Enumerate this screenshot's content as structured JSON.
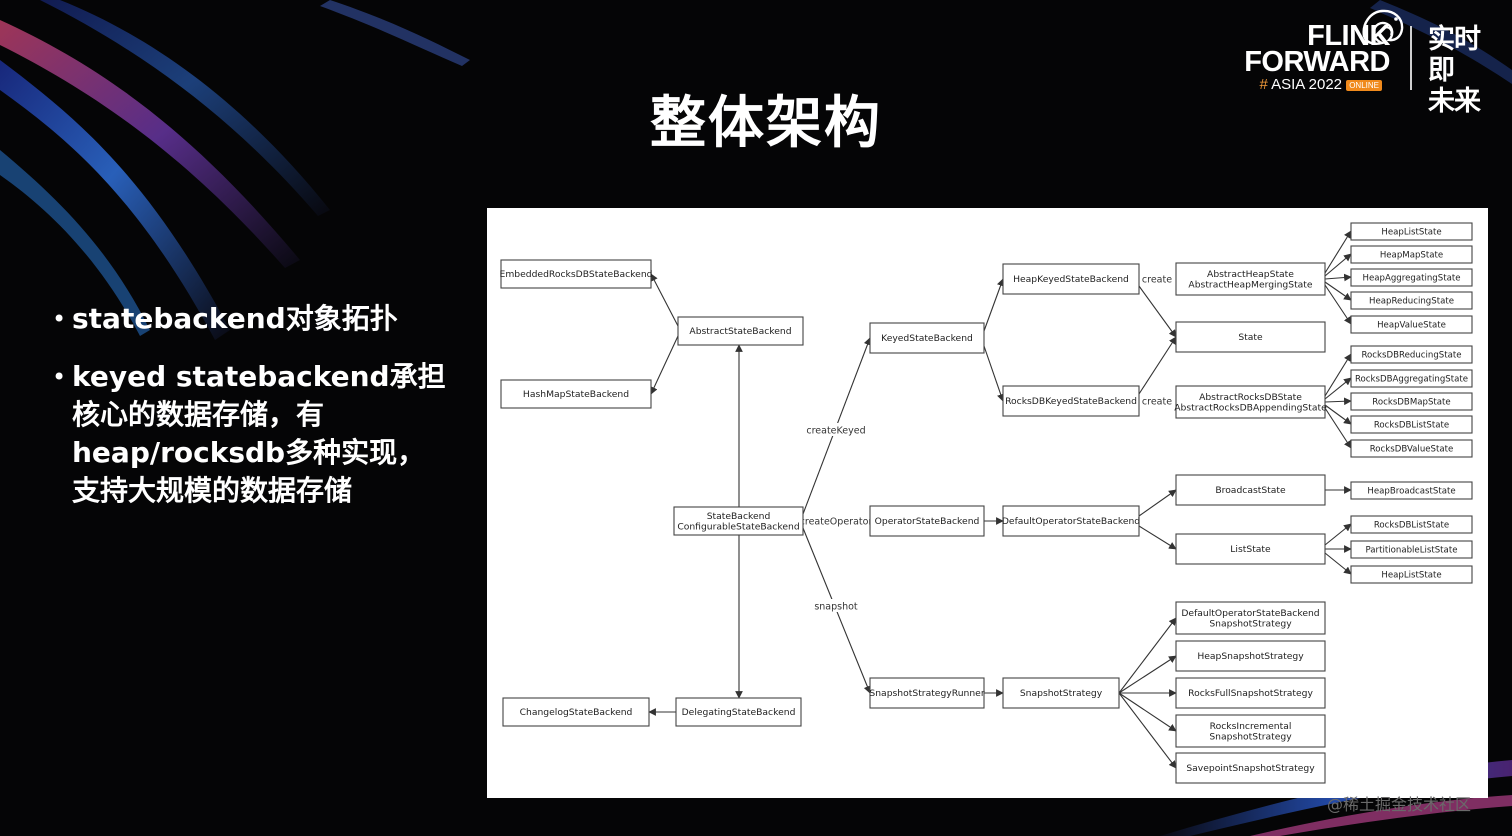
{
  "slide": {
    "title": "整体架构",
    "bullets": [
      "statebackend对象拓扑",
      "keyed statebackend承担核心的数据存储，有heap/rocksdb多种实现，支持大规模的数据存储"
    ],
    "watermark": "@稀土掘金技术社区"
  },
  "logo": {
    "line1": "FLINK",
    "line2": "FORWARD",
    "hash": "#",
    "asia": "ASIA 2022",
    "online": "ONLINE",
    "cn_line1": "实时即",
    "cn_line2": "未来"
  },
  "colors": {
    "background": "#050506",
    "accent_orange": "#f08a1c",
    "diagram_bg": "#ffffff",
    "box_border": "#444444",
    "edge": "#333333"
  },
  "diagram": {
    "nodes": [
      {
        "id": "embedded",
        "label": "EmbeddedRocksDBStateBackend"
      },
      {
        "id": "hashmap",
        "label": "HashMapStateBackend"
      },
      {
        "id": "abstract",
        "label": "AbstractStateBackend"
      },
      {
        "id": "statebackend",
        "label": "StateBackend\nConfigurableStateBackend"
      },
      {
        "id": "changelog",
        "label": "ChangelogStateBackend"
      },
      {
        "id": "delegating",
        "label": "DelegatingStateBackend"
      },
      {
        "id": "keyed",
        "label": "KeyedStateBackend"
      },
      {
        "id": "operator",
        "label": "OperatorStateBackend"
      },
      {
        "id": "snaprunner",
        "label": "SnapshotStrategyRunner"
      },
      {
        "id": "heapkeyed",
        "label": "HeapKeyedStateBackend"
      },
      {
        "id": "rockskeyed",
        "label": "RocksDBKeyedStateBackend"
      },
      {
        "id": "defaultop",
        "label": "DefaultOperatorStateBackend"
      },
      {
        "id": "snapstrategy",
        "label": "SnapshotStrategy"
      },
      {
        "id": "abstractheap",
        "label": "AbstractHeapState\nAbstractHeapMergingState"
      },
      {
        "id": "state",
        "label": "State"
      },
      {
        "id": "abstractrocks",
        "label": "AbstractRocksDBState\nAbstractRocksDBAppendingState"
      },
      {
        "id": "broadcast",
        "label": "BroadcastState"
      },
      {
        "id": "liststate",
        "label": "ListState"
      },
      {
        "id": "defaultopsnap",
        "label": "DefaultOperatorStateBackend\nSnapshotStrategy"
      },
      {
        "id": "heapsnap",
        "label": "HeapSnapshotStrategy"
      },
      {
        "id": "rocksfull",
        "label": "RocksFullSnapshotStrategy"
      },
      {
        "id": "rocksinc",
        "label": "RocksIncremental\nSnapshotStrategy"
      },
      {
        "id": "savepoint",
        "label": "SavepointSnapshotStrategy"
      },
      {
        "id": "heaplist",
        "label": "HeapListState"
      },
      {
        "id": "heapmap",
        "label": "HeapMapState"
      },
      {
        "id": "heapagg",
        "label": "HeapAggregatingState"
      },
      {
        "id": "heapred",
        "label": "HeapReducingState"
      },
      {
        "id": "heapval",
        "label": "HeapValueState"
      },
      {
        "id": "rocksred",
        "label": "RocksDBReducingState"
      },
      {
        "id": "rocksagg",
        "label": "RocksDBAggregatingState"
      },
      {
        "id": "rocksmap",
        "label": "RocksDBMapState"
      },
      {
        "id": "rockslist",
        "label": "RocksDBListState"
      },
      {
        "id": "rocksval",
        "label": "RocksDBValueState"
      },
      {
        "id": "heapbroad",
        "label": "HeapBroadcastState"
      },
      {
        "id": "rockslist2",
        "label": "RocksDBListState"
      },
      {
        "id": "partlist",
        "label": "PartitionableListState"
      },
      {
        "id": "heaplist2",
        "label": "HeapListState"
      }
    ],
    "edges": [
      {
        "from": "abstract",
        "to": "embedded"
      },
      {
        "from": "abstract",
        "to": "hashmap"
      },
      {
        "from": "statebackend",
        "to": "abstract"
      },
      {
        "from": "statebackend",
        "to": "delegating"
      },
      {
        "from": "delegating",
        "to": "changelog"
      },
      {
        "from": "statebackend",
        "to": "keyed",
        "label": "createKeyed"
      },
      {
        "from": "statebackend",
        "to": "operator",
        "label": "createOperator"
      },
      {
        "from": "statebackend",
        "to": "snaprunner",
        "label": "snapshot"
      },
      {
        "from": "keyed",
        "to": "heapkeyed"
      },
      {
        "from": "keyed",
        "to": "rockskeyed"
      },
      {
        "from": "operator",
        "to": "defaultop"
      },
      {
        "from": "snaprunner",
        "to": "snapstrategy"
      },
      {
        "from": "heapkeyed",
        "to": "abstractheap",
        "label": "create"
      },
      {
        "from": "rockskeyed",
        "to": "abstractrocks",
        "label": "create"
      },
      {
        "from": "abstractheap",
        "to": "state"
      },
      {
        "from": "abstractrocks",
        "to": "state"
      },
      {
        "from": "defaultop",
        "to": "broadcast"
      },
      {
        "from": "defaultop",
        "to": "liststate"
      },
      {
        "from": "snapstrategy",
        "to": "defaultopsnap"
      },
      {
        "from": "snapstrategy",
        "to": "heapsnap"
      },
      {
        "from": "snapstrategy",
        "to": "rocksfull"
      },
      {
        "from": "snapstrategy",
        "to": "rocksinc"
      },
      {
        "from": "snapstrategy",
        "to": "savepoint"
      },
      {
        "from": "abstractheap",
        "to": "heaplist"
      },
      {
        "from": "abstractheap",
        "to": "heapmap"
      },
      {
        "from": "abstractheap",
        "to": "heapagg"
      },
      {
        "from": "abstractheap",
        "to": "heapred"
      },
      {
        "from": "abstractheap",
        "to": "heapval"
      },
      {
        "from": "abstractrocks",
        "to": "rocksred"
      },
      {
        "from": "abstractrocks",
        "to": "rocksagg"
      },
      {
        "from": "abstractrocks",
        "to": "rocksmap"
      },
      {
        "from": "abstractrocks",
        "to": "rockslist"
      },
      {
        "from": "abstractrocks",
        "to": "rocksval"
      },
      {
        "from": "broadcast",
        "to": "heapbroad"
      },
      {
        "from": "liststate",
        "to": "rockslist2"
      },
      {
        "from": "liststate",
        "to": "partlist"
      },
      {
        "from": "liststate",
        "to": "heaplist2"
      }
    ]
  }
}
